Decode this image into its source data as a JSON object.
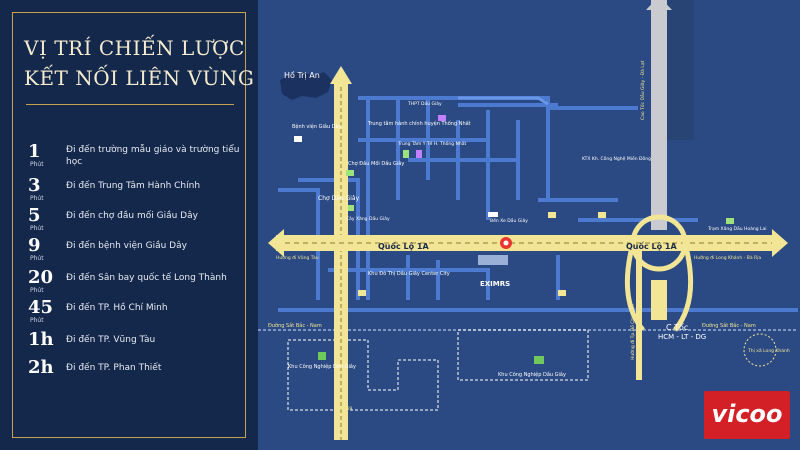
{
  "panel": {
    "title_line1": "VỊ TRÍ CHIẾN LƯỢC",
    "title_line2": "KẾT NỐI LIÊN VÙNG",
    "items": [
      {
        "num": "1",
        "unit": "Phút",
        "desc": "Đi đến trường mẫu giáo và trường tiểu học"
      },
      {
        "num": "3",
        "unit": "Phút",
        "desc": "Đi đến Trung Tâm Hành Chính"
      },
      {
        "num": "5",
        "unit": "Phút",
        "desc": "Đi đến chợ đầu mối Giầu Dây"
      },
      {
        "num": "9",
        "unit": "Phút",
        "desc": "Đi đến bệnh viện Giầu Dây"
      },
      {
        "num": "20",
        "unit": "Phút",
        "desc": "Đi đến Sân bay quốc tế Long Thành"
      },
      {
        "num": "45",
        "unit": "Phút",
        "desc": "Đi đến TP. Hồ Chí Minh"
      },
      {
        "num": "1h",
        "unit": "",
        "desc": "Đi đến TP. Vũng Tàu"
      },
      {
        "num": "2h",
        "unit": "",
        "desc": "Đi đến TP. Phan Thiết"
      }
    ]
  },
  "map": {
    "labels": {
      "ho_tri_an": "Hồ Trị An",
      "quoc_lo_1a_left": "Quốc Lộ 1A",
      "quoc_lo_1a_right": "Quốc Lộ 1A",
      "benh_vien": "Bệnh viện Giầu Dây",
      "cho_dau_moi": "Chợ Đầu Mối Dầu Giây",
      "trung_tam_hanh_chinh": "Trung tâm hành chính huyện Thống Nhất",
      "thpt": "THPT Dầu Giây",
      "trung_tam_y_te": "Trung Tâm Y Tế H. Thống Nhất",
      "cho_dau_giay": "Chợ Dầu Giây",
      "cay_xang": "Cây Xăng Dầu Giây",
      "ben_xe": "Bến Xe Dầu Giây",
      "khu_do_thi": "Khu Đô Thị Dầu Giây Center City",
      "eximrs": "EXIMRS",
      "kcn_song_may": "Khu Công Nghiệp Dầu Giây",
      "kcn_left": "Khu Công Nghiệp Dầu Giây",
      "ctoc": "C.Tốc",
      "ctoc_route": "HCM - LT - DG",
      "huong_vung_tau": "Hướng đi Vũng Tàu",
      "huong_long_khanh": "Hướng đi Long Khánh - Bà Rịa",
      "duong_sat_left": "Đường Sắt Bắc - Nam",
      "duong_sat_right": "Đường Sắt Bắc - Nam",
      "thi_xa": "Thị xã Long Khánh",
      "tram_xang": "Trạm Xăng Dầu Hoàng Lai",
      "ktx": "KTX Kh. Công Nghệ Miền Đông",
      "dt769": "ĐT 769",
      "cao_toc_da_lat": "Cao Tốc Dầu Giây - Đà Lạt",
      "huong_tphcm": "Hướng đi Tp.Hồ Chí Minh"
    }
  },
  "logo": {
    "text": "vicoo"
  },
  "colors": {
    "map_bg": "#2b4a83",
    "road": "#f2e596",
    "roads_blue": "#4b7ad0",
    "logo_red": "#d32027",
    "pin": "#e8352f"
  }
}
